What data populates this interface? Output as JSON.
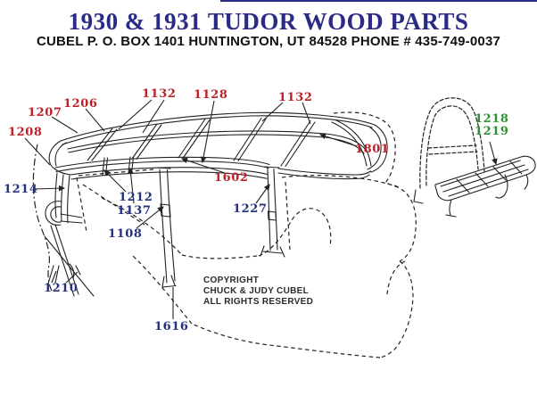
{
  "header": {
    "title": "1930 & 1931 TUDOR WOOD PARTS",
    "address": "CUBEL  P. O. BOX 1401  HUNTINGTON, UT 84528  PHONE # 435-749-0037"
  },
  "copyright": {
    "line1": "COPYRIGHT",
    "line2": "CHUCK & JUDY CUBEL",
    "line3": "ALL RIGHTS RESERVED"
  },
  "parts": {
    "red": [
      "1207",
      "1206",
      "1132",
      "1128",
      "1132",
      "1208",
      "1602",
      "1801"
    ],
    "blue": [
      "1214",
      "1212",
      "1137",
      "1108",
      "1227",
      "1210",
      "1616"
    ],
    "green": [
      "1218",
      "1219"
    ]
  },
  "colors": {
    "title_blue": "#2a2a87",
    "label_red": "#bd2127",
    "label_blue": "#25317d",
    "label_green": "#2e9131",
    "line_ink": "#222222"
  }
}
